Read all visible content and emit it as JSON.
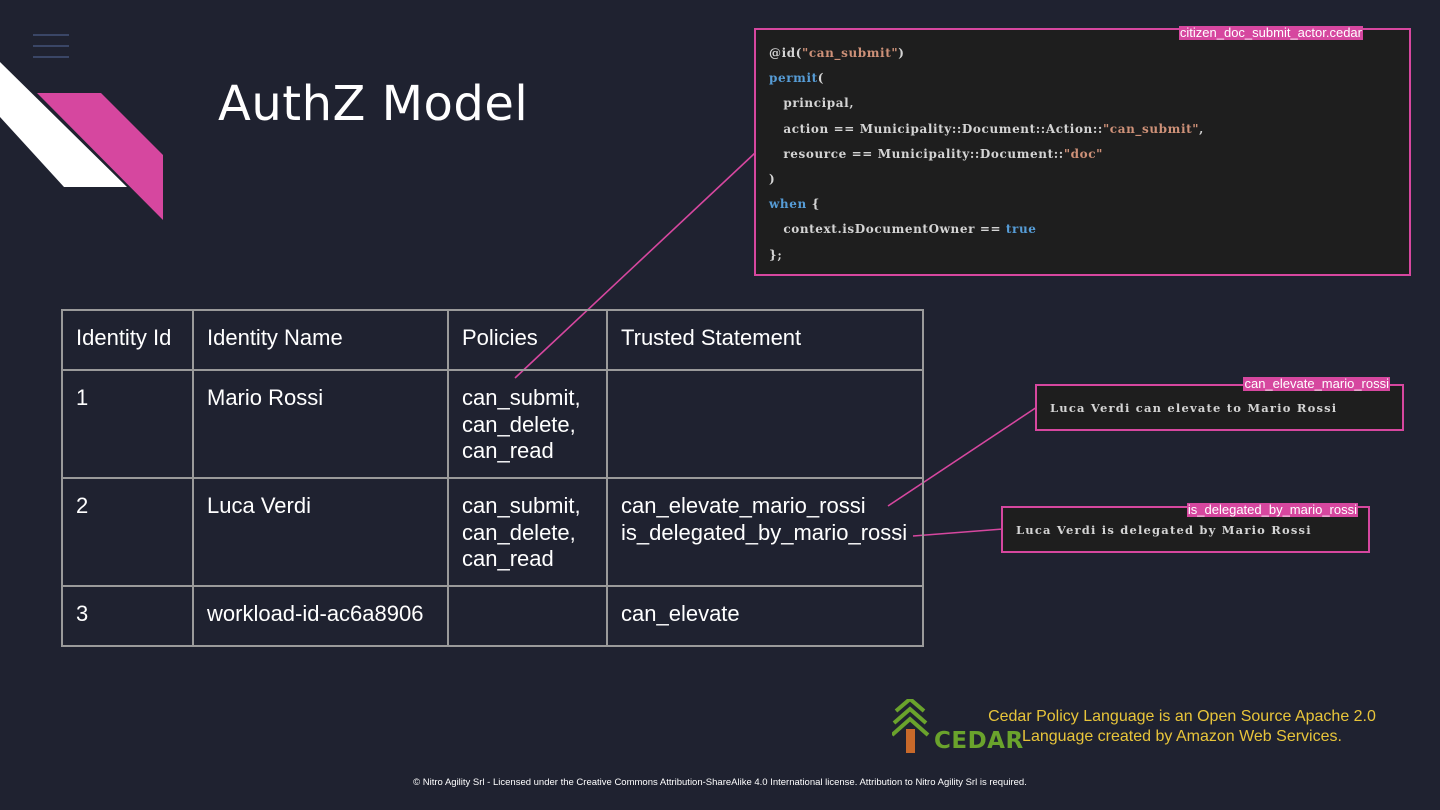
{
  "slide": {
    "title": "AuthZ Model",
    "footer": "© Nitro Agility Srl - Licensed under the Creative Commons Attribution-ShareAlike 4.0 International license. Attribution to Nitro Agility Srl is required."
  },
  "menu": {
    "icon": "hamburger-menu-icon"
  },
  "policy_box": {
    "label": "citizen_doc_submit_actor.cedar",
    "lines": [
      "@id(\"can_submit\")",
      "permit(",
      "   principal,",
      "   action == Municipality::Document::Action::\"can_submit\",",
      "   resource == Municipality::Document::\"doc\"",
      ")",
      "when {",
      "   context.isDocumentOwner == true",
      "};"
    ]
  },
  "statements": [
    {
      "label": "can_elevate_mario_rossi",
      "text": "Luca Verdi can elevate to Mario Rossi"
    },
    {
      "label": "is_delegated_by_mario_rossi",
      "text": "Luca Verdi is delegated by Mario Rossi"
    }
  ],
  "table": {
    "headers": [
      "Identity Id",
      "Identity Name",
      "Policies",
      "Trusted Statement"
    ],
    "rows": [
      {
        "id": "1",
        "name": "Mario Rossi",
        "policies": [
          "can_submit,",
          "can_delete,",
          "can_read"
        ],
        "statements": []
      },
      {
        "id": "2",
        "name": "Luca Verdi",
        "policies": [
          "can_submit,",
          "can_delete,",
          "can_read"
        ],
        "statements": [
          "can_elevate_mario_rossi",
          "is_delegated_by_mario_rossi"
        ]
      },
      {
        "id": "3",
        "name": "workload-id-ac6a8906",
        "policies": [],
        "statements": [
          "can_elevate"
        ]
      }
    ]
  },
  "cedar": {
    "logo_text": "CEDAR",
    "description": [
      "Cedar Policy Language is an Open Source Apache 2.0",
      "Language created by Amazon Web Services."
    ]
  },
  "colors": {
    "background": "#1f2230",
    "accent": "#d6479f",
    "code_background": "#1e1e1e",
    "cedar_green": "#6aa32c",
    "cedar_yellow": "#e8c53a"
  }
}
